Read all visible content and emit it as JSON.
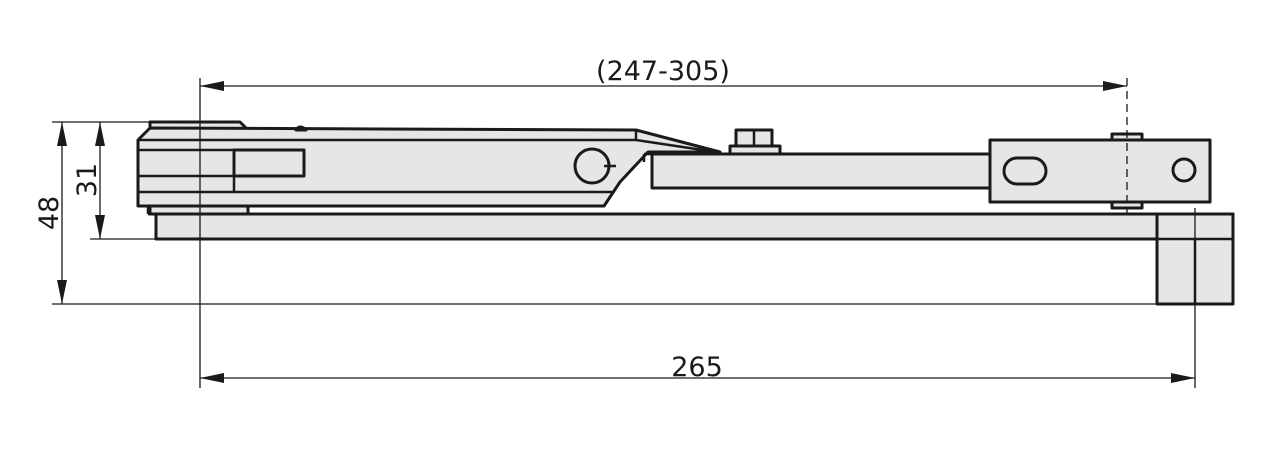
{
  "dimensions": {
    "range_width": "(247-305)",
    "overall_length": "265",
    "overall_height": "48",
    "body_height": "31"
  },
  "colors": {
    "part_fill": "#e6e6e6",
    "line": "#1a1a1a"
  }
}
